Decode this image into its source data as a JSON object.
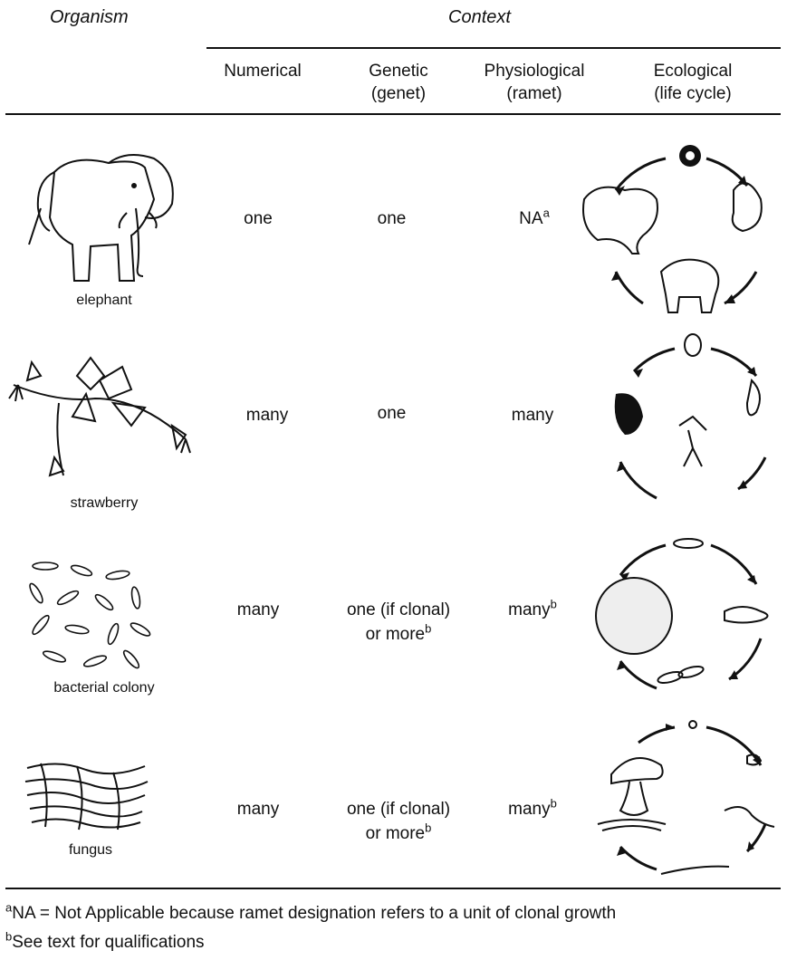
{
  "header": {
    "organism": "Organism",
    "context": "Context",
    "columns": [
      {
        "line1": "Numerical",
        "line2": ""
      },
      {
        "line1": "Genetic",
        "line2": "(genet)"
      },
      {
        "line1": "Physiological",
        "line2": "(ramet)"
      },
      {
        "line1": "Ecological",
        "line2": "(life cycle)"
      }
    ]
  },
  "rows": [
    {
      "organism": "elephant",
      "numerical": "one",
      "genetic_line1": "one",
      "genetic_line1_sup": "",
      "genetic_line2": "",
      "genetic_line2_sup": "",
      "physiological": "NA",
      "physiological_sup": "a"
    },
    {
      "organism": "strawberry",
      "numerical": "many",
      "genetic_line1": "one",
      "genetic_line1_sup": "",
      "genetic_line2": "",
      "genetic_line2_sup": "",
      "physiological": "many",
      "physiological_sup": ""
    },
    {
      "organism": "bacterial colony",
      "numerical": "many",
      "genetic_line1": "one (if clonal)",
      "genetic_line1_sup": "",
      "genetic_line2": "or more",
      "genetic_line2_sup": "b",
      "physiological": "many",
      "physiological_sup": "b"
    },
    {
      "organism": "fungus",
      "numerical": "many",
      "genetic_line1": "one (if clonal)",
      "genetic_line1_sup": "",
      "genetic_line2": "or more",
      "genetic_line2_sup": "b",
      "physiological": "many",
      "physiological_sup": "b"
    }
  ],
  "footnotes": [
    {
      "mark": "a",
      "text": "NA = Not Applicable because ramet designation refers to a unit of clonal growth"
    },
    {
      "mark": "b",
      "text": "See text for qualifications"
    }
  ],
  "icons": [
    "elephant-illustration",
    "strawberry-illustration",
    "bacterial-colony-illustration",
    "fungus-illustration",
    "elephant-life-cycle-diagram",
    "strawberry-life-cycle-diagram",
    "bacteria-life-cycle-diagram",
    "fungus-life-cycle-diagram"
  ]
}
